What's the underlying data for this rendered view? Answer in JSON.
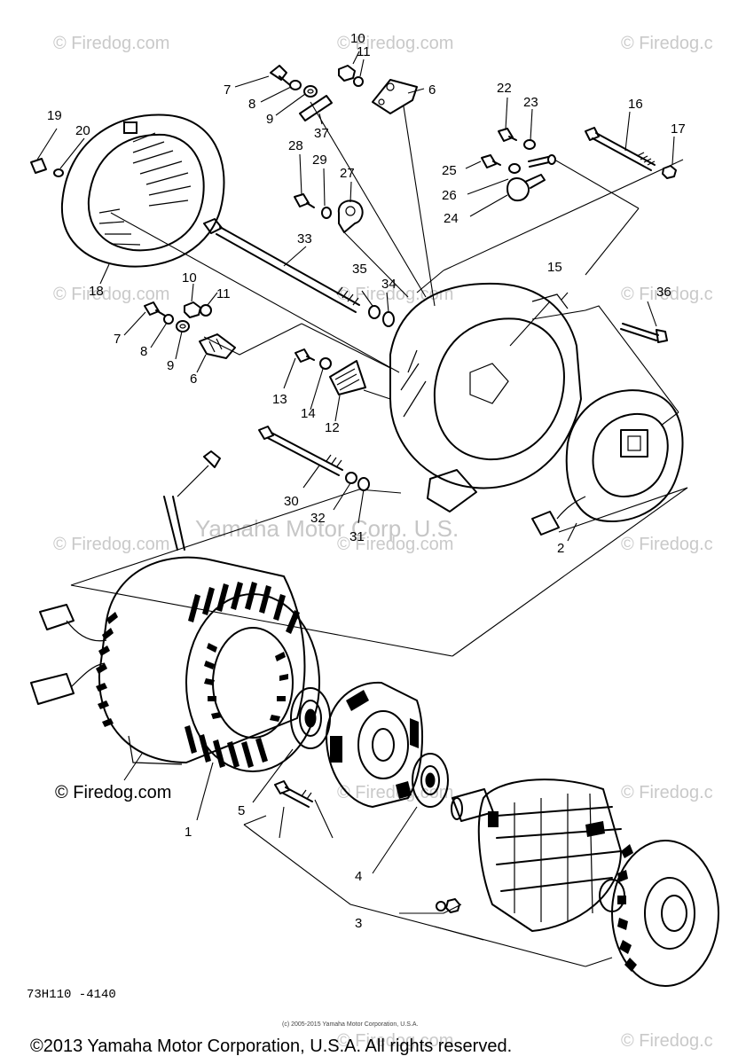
{
  "watermark": {
    "text": "© Firedog.com",
    "text_cut": "© Firedog.c"
  },
  "center_watermark": "Yamaha Motor Corp. U.S.",
  "part_numbers": {
    "p1": "1",
    "p2": "2",
    "p3": "3",
    "p4": "4",
    "p5": "5",
    "p6": "6",
    "p6b": "6",
    "p7": "7",
    "p7b": "7",
    "p8": "8",
    "p8b": "8",
    "p9": "9",
    "p9b": "9",
    "p10": "10",
    "p10b": "10",
    "p11": "11",
    "p11b": "11",
    "p12": "12",
    "p13": "13",
    "p14": "14",
    "p15": "15",
    "p16": "16",
    "p17": "17",
    "p18": "18",
    "p19": "19",
    "p20": "20",
    "p22": "22",
    "p23": "23",
    "p24": "24",
    "p25": "25",
    "p26": "26",
    "p27": "27",
    "p28": "28",
    "p29": "29",
    "p30": "30",
    "p31": "31",
    "p32": "32",
    "p33": "33",
    "p34": "34",
    "p35": "35",
    "p36": "36",
    "p37": "37"
  },
  "diagram_code": "73H110 -4140",
  "small_notice": "(c) 2005-2015 Yamaha Motor Corporation, U.S.A.",
  "credit": "© Firedog.com",
  "copyright": "©2013 Yamaha Motor Corporation, U.S.A. All rights reserved."
}
